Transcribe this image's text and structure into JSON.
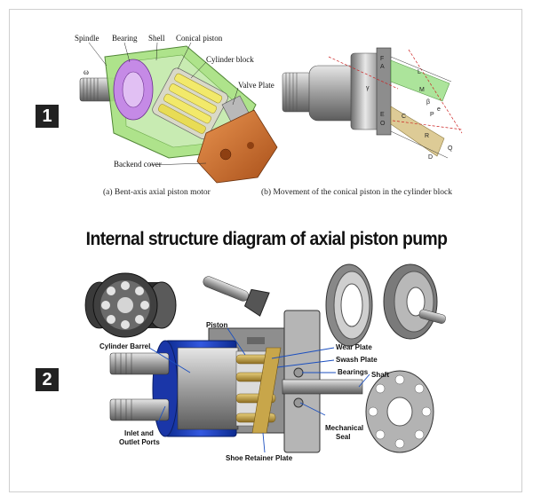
{
  "badges": {
    "first": "1",
    "second": "2"
  },
  "figure1": {
    "labels": {
      "spindle": "Spindle",
      "bearing": "Bearing",
      "shell": "Shell",
      "conical_piston": "Conical piston",
      "cylinder_block": "Cylinder block",
      "valve_plate": "Valve Plate",
      "backend_cover": "Backend cover",
      "omega": "ω"
    },
    "caption_a": "(a) Bent-axis axial piston motor",
    "caption_b": "(b) Movement of the conical piston in the cylinder block",
    "geometry_letters": [
      "F",
      "A",
      "γ",
      "M",
      "β",
      "P",
      "e",
      "E",
      "O",
      "C",
      "Q",
      "D",
      "R",
      "L"
    ]
  },
  "headline": "Internal structure diagram of axial piston pump",
  "figure2": {
    "labels": {
      "piston": "Piston",
      "cylinder_barrel": "Cylinder Barrel",
      "wear_plate": "Wear Plate",
      "swash_plate": "Swash Plate",
      "bearings": "Bearings",
      "shaft": "Shaft",
      "inlet_outlet_1": "Inlet and",
      "inlet_outlet_2": "Outlet Ports",
      "mechanical_seal_1": "Mechanical",
      "mechanical_seal_2": "Seal",
      "shoe_retainer_plate": "Shoe Retainer Plate"
    }
  },
  "colors": {
    "shell_green": "#8fd36b",
    "bearing_purple": "#c58ae6",
    "cover_orange": "#d9742a",
    "pump_blue": "#1f3fbf",
    "piston_gold": "#c8a64a",
    "metal_gray": "#9a9a9a"
  }
}
